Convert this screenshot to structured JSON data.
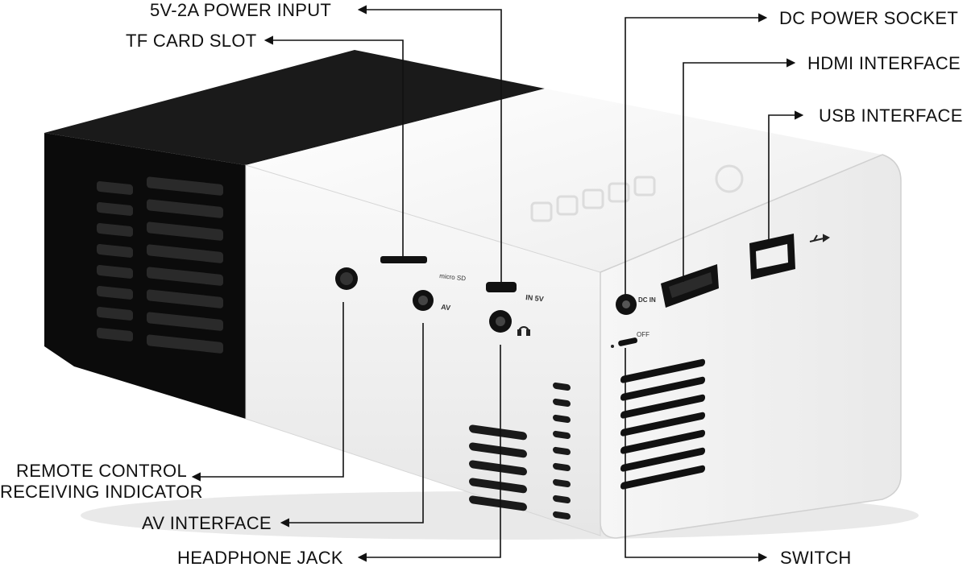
{
  "labels": {
    "power_input": "5V-2A POWER INPUT",
    "tf_card_slot": "TF CARD SLOT",
    "dc_power_socket": "DC POWER SOCKET",
    "hdmi_interface": "HDMI INTERFACE",
    "usb_interface": "USB INTERFACE",
    "remote_line1": "REMOTE CONTROL",
    "remote_line2": "RECEIVING INDICATOR",
    "av_interface": "AV INTERFACE",
    "headphone_jack": "HEADPHONE JACK",
    "switch": "SWITCH"
  },
  "device_markings": {
    "micro_sd": "micro SD",
    "in_5v": "IN 5V",
    "av": "AV",
    "dc_in": "DC IN",
    "off": "OFF"
  },
  "icons": [
    "headphone-icon",
    "usb-symbol-icon",
    "arrow-icon"
  ],
  "colors": {
    "body_white": "#f4f4f4",
    "body_black": "#0b0b0b",
    "callout_line": "#111111"
  }
}
